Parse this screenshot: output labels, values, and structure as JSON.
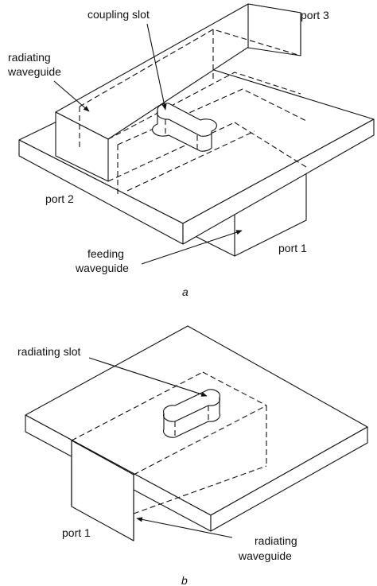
{
  "figure_a": {
    "labels": {
      "coupling_slot": "coupling slot",
      "port3": "port 3",
      "radiating_waveguide_line1": "radiating",
      "radiating_waveguide_line2": "waveguide",
      "port2": "port 2",
      "port1": "port 1",
      "feeding_waveguide_line1": "feeding",
      "feeding_waveguide_line2": "waveguide"
    },
    "sublabel": "a"
  },
  "figure_b": {
    "labels": {
      "radiating_slot": "radiating slot",
      "port1": "port 1",
      "radiating_waveguide_line1": "radiating",
      "radiating_waveguide_line2": "waveguide"
    },
    "sublabel": "b"
  },
  "colors": {
    "line": "#111111",
    "background": "#ffffff"
  }
}
